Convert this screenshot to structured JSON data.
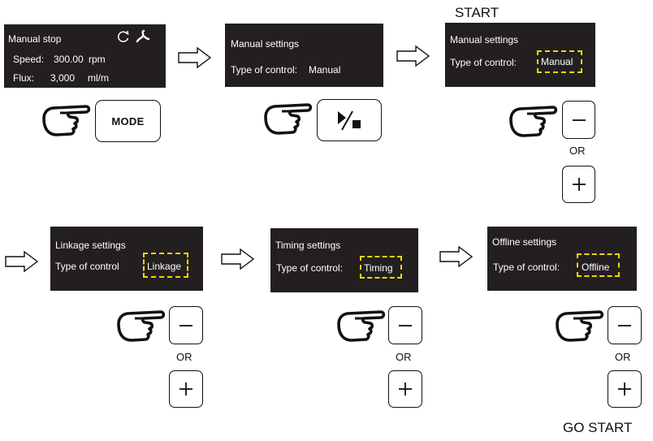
{
  "labels": {
    "start": "START",
    "go_start": "GO START",
    "or": "OR"
  },
  "screen1": {
    "title": "Manual stop",
    "speed_label": "Speed:",
    "speed_value": "300.00",
    "speed_unit": "rpm",
    "flux_label": "Flux:",
    "flux_value": "3,000",
    "flux_unit": "ml/m",
    "icons": [
      "rotate-clockwise-icon",
      "pump-impeller-icon"
    ]
  },
  "screen2": {
    "title": "Manual settings",
    "control_label": "Type of control:",
    "control_value": "Manual"
  },
  "screen3": {
    "title": "Manual settings",
    "control_label": "Type of control:",
    "control_value": "Manual"
  },
  "screen4": {
    "title": "Linkage settings",
    "control_label": "Type of control",
    "control_value": "Linkage"
  },
  "screen5": {
    "title": "Timing settings",
    "control_label": "Type of control:",
    "control_value": "Timing"
  },
  "screen6": {
    "title": "Offline settings",
    "control_label": "Type of control:",
    "control_value": "Offline"
  },
  "keys": {
    "mode": "MODE",
    "run_stop": "run-stop-icon",
    "minus": "minus-icon",
    "plus": "plus-icon"
  },
  "colors": {
    "lcd_bg": "#231f20",
    "lcd_text": "#ffffff",
    "highlight": "#f5d800"
  }
}
